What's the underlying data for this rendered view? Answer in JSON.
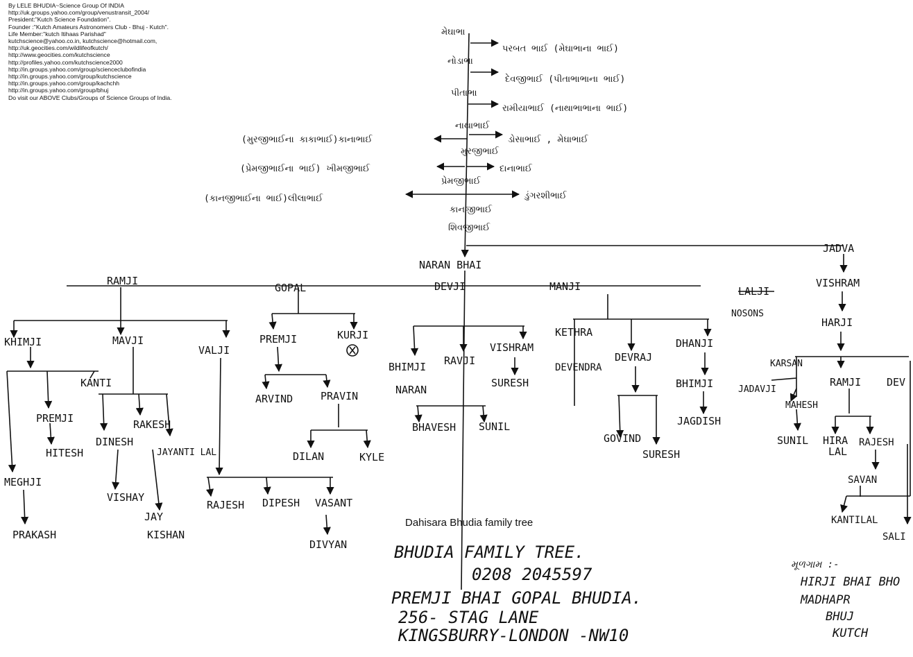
{
  "credits": [
    "By LELE BHUDIA~Science Group Of INDIA",
    "http://uk.groups.yahoo.com/group/venustransit_2004/",
    "President:\"Kutch Science Foundation\".",
    "Founder :\"Kutch Amateurs Astronomers Club - Bhuj - Kutch\".",
    "Life Member:\"kutch Itihaas Parishad\"",
    "kutchscience@yahoo.co.in, kutchscience@hotmail.com,",
    "http://uk.geocities.com/wildlifeofkutch/",
    "http://www.geocities.com/kutchscience",
    "http://profiles.yahoo.com/kutchscience2000",
    "http://in.groups.yahoo.com/group/scienceclubofindia",
    "http://in.groups.yahoo.com/group/kutchscience",
    "http://in.groups.yahoo.com/group/kachchh",
    "http://in.groups.yahoo.com/group/bhuj",
    "Do visit our ABOVE Clubs/Groups of Science Groups of India."
  ],
  "caption": "Dahisara Bhudia family tree",
  "gujarati": {
    "g1": "મેઘાભા",
    "g1_side": "પરબત ભાઈ (મેઘાભાના ભાઈ)",
    "g2": "નોડાભા",
    "g2_side": "દેવજીભાઈ (પીતાભાભાના ભાઈ)",
    "g3": "પીતાભા",
    "g3_side": "રામીયાભાઈ (નાથાભાભાના ભાઈ)",
    "g4": "નાથાભાઈ",
    "g5_left": "(મુરજીભાઈના કાકાભાઈ)કાનાભાઈ",
    "g5_right": "ડોસાભાઈ , મેઘાભાઈ",
    "g5": "મુરજીભાઈ",
    "g6_left": "(પ્રેમજીભાઈના ભાઈ) ખીમજીભાઈ",
    "g6_right": "દાનાભાઈ",
    "g6": "પ્રેમજીભાઈ",
    "g7_left": "(કાનજીભાઈના ભાઈ)લીલાભાઈ",
    "g7_right": "ડુંગરશીભાઈ",
    "g7": "કાનજીભાઈ",
    "g8": "શિવજીભાઈ"
  },
  "tree": {
    "naranbhai": "NARAN BHAI",
    "jadva": "JADVA",
    "vishram_top": "VISHRAM",
    "harji": "HARJI",
    "ramji": "RAMJI",
    "gopal": "GOPAL",
    "devji": "DEVJI",
    "manji": "MANJI",
    "lalji": "LALJI",
    "nosons": "NOSONS",
    "khimji": "KHIMJI",
    "mavji": "MAVJI",
    "valji": "VALJI",
    "kanti": "KANTI",
    "premji_k": "PREMJI",
    "hitesh": "HITESH",
    "meghji": "MEGHJI",
    "prakash": "PRAKASH",
    "rakesh": "RAKESH",
    "dinesh": "DINESH",
    "jayantilal": "JAYANTI LAL",
    "vishay": "VISHAY",
    "jay": "JAY",
    "kishan": "KISHAN",
    "rajesh_v": "RAJESH",
    "dipesh": "DIPESH",
    "vasant": "VASANT",
    "divyan": "DIVYAN",
    "premji_g": "PREMJI",
    "kurji": "KURJI",
    "arvind": "ARVIND",
    "pravin": "PRAVIN",
    "dilan": "DILAN",
    "kyle": "KYLE",
    "bhimji_d": "BHIMJI",
    "naran": "NARAN",
    "ravji": "RAVJI",
    "vishram_d": "VISHRAM",
    "suresh_d": "SURESH",
    "bhavesh": "BHAVESH",
    "sunil_d": "SUNIL",
    "kethra": "KETHRA",
    "devendra": "DEVENDRA",
    "devraj": "DEVRAJ",
    "dhanji": "DHANJI",
    "bhimji_m": "BHIMJI",
    "jagdish": "JAGDISH",
    "govind": "GOVIND",
    "suresh_m": "SURESH",
    "karsan": "KARSAN",
    "jadavji": "JADAVJI",
    "mahesh": "MAHESH",
    "ramji_h": "RAMJI",
    "dev_h": "DEV",
    "sunil_h": "SUNIL",
    "hira": "HIRA",
    "lal": "LAL",
    "rajesh_h": "RAJESH",
    "savan": "SAVAN",
    "kantilal": "KANTILAL",
    "sal": "SALI"
  },
  "address": {
    "title": "BHUDIA FAMILY TREE.",
    "phone": "0208 2045597",
    "name": "PREMJI BHAI GOPAL BHUDIA.",
    "line1": "256- STAG LANE",
    "line2": "KINGSBURRY-LONDON -NW10"
  },
  "origin": {
    "label": "મૂળગામ :-",
    "line1": "HIRJI BHAI BHO",
    "line2": "MADHAPR",
    "line3": "BHUJ",
    "line4": "KUTCH"
  },
  "colors": {
    "ink": "#111111",
    "paper": "#ffffff"
  }
}
